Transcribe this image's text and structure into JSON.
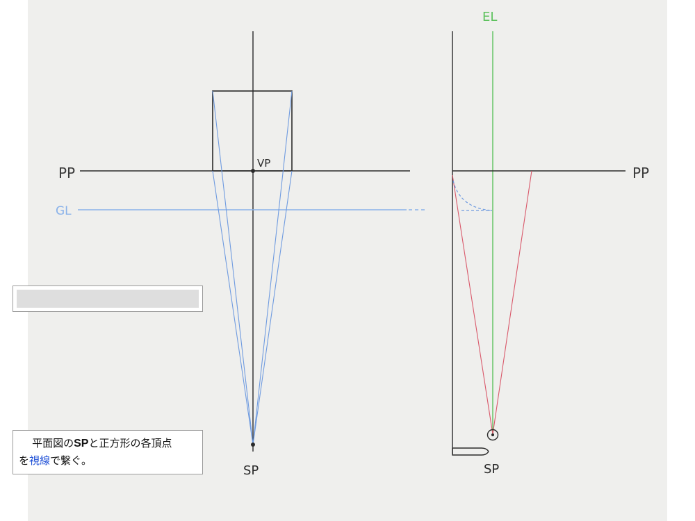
{
  "plan": {
    "pp_label": "PP",
    "gl_label": "GL",
    "vp_label": "VP",
    "sp_label": "SP"
  },
  "elevation": {
    "el_label": "EL",
    "pp_label": "PP",
    "sp_label": "SP"
  },
  "caption": {
    "line1_prefix": "平面図の",
    "line1_bold": "SP",
    "line1_suffix": "と正方形の各頂点",
    "line2_prefix": "を",
    "line2_link": "視線",
    "line2_suffix": "で繋ぐ。"
  },
  "colors": {
    "pencil": "#2a2a2a",
    "sight_lines": "#6f9be0",
    "ground_line": "#8ab2ea",
    "eye_level": "#5dc25d",
    "red_lines": "#d9586a"
  }
}
